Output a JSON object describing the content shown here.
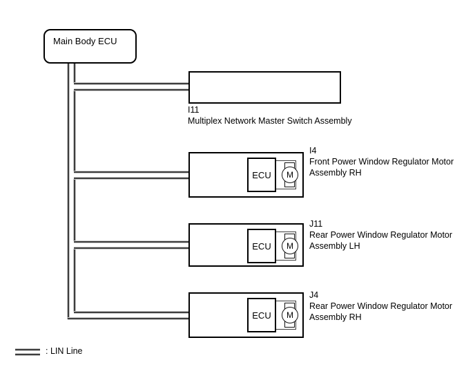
{
  "diagram": {
    "main_ecu_label": "Main Body ECU",
    "ecu_inner_label": "ECU",
    "motor_symbol": "M",
    "nodes": [
      {
        "code": "I11",
        "line1": "Multiplex Network Master Switch Assembly",
        "line2": ""
      },
      {
        "code": "I4",
        "line1": "Front Power Window Regulator Motor",
        "line2": "Assembly RH"
      },
      {
        "code": "J11",
        "line1": "Rear Power Window Regulator Motor",
        "line2": "Assembly LH"
      },
      {
        "code": "J4",
        "line1": "Rear Power Window Regulator Motor",
        "line2": "Assembly RH"
      }
    ],
    "legend_label": ": LIN Line",
    "colors": {
      "line_dark": "#3d3d3d",
      "line_light": "#c9c9c9",
      "box_border": "#000000",
      "background": "#ffffff",
      "text": "#000000"
    }
  }
}
